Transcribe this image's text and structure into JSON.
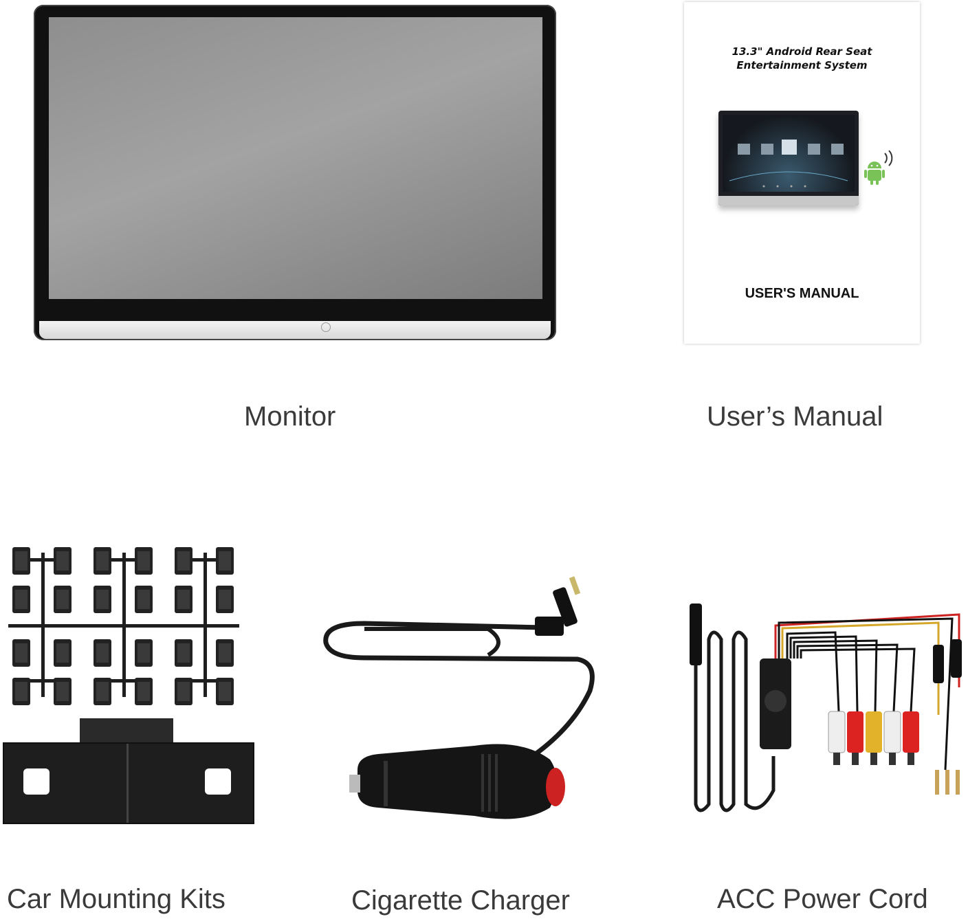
{
  "items": [
    {
      "caption": "Monitor"
    },
    {
      "caption": "User’s Manual"
    },
    {
      "caption": "Car Mounting Kits"
    },
    {
      "caption": "Cigarette Charger"
    },
    {
      "caption": "ACC Power Cord"
    }
  ],
  "manual": {
    "title_line1": "13.3\" Android Rear Seat",
    "title_line2": "Entertainment System",
    "label": "USER'S MANUAL"
  }
}
